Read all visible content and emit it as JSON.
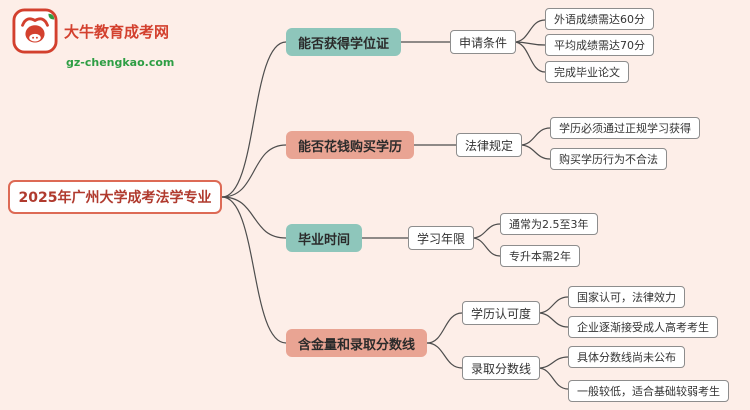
{
  "site": {
    "name": "大牛教育成考网",
    "domain": "gz-chengkao.com",
    "logo_icon": "bull-icon"
  },
  "root": "2025年广州大学成考法学专业",
  "palette": {
    "background": "#fdeee8",
    "teal_node": "#8ec6bb",
    "salmon_node": "#e9a493",
    "root_border": "#dd6a55",
    "root_text": "#b03a2e",
    "brand_red": "#d3402e",
    "brand_green": "#2e9e44",
    "wire": "#4d4d4d"
  },
  "branches": [
    {
      "label": "能否获得学位证",
      "color": "teal",
      "children": [
        {
          "label": "申请条件",
          "leaves": [
            "外语成绩需达60分",
            "平均成绩需达70分",
            "完成毕业论文"
          ]
        }
      ]
    },
    {
      "label": "能否花钱购买学历",
      "color": "salmon",
      "children": [
        {
          "label": "法律规定",
          "leaves": [
            "学历必须通过正规学习获得",
            "购买学历行为不合法"
          ]
        }
      ]
    },
    {
      "label": "毕业时间",
      "color": "teal",
      "children": [
        {
          "label": "学习年限",
          "leaves": [
            "通常为2.5至3年",
            "专升本需2年"
          ]
        }
      ]
    },
    {
      "label": "含金量和录取分数线",
      "color": "salmon",
      "children": [
        {
          "label": "学历认可度",
          "leaves": [
            "国家认可，法律效力",
            "企业逐渐接受成人高考考生"
          ]
        },
        {
          "label": "录取分数线",
          "leaves": [
            "具体分数线尚未公布",
            "一般较低，适合基础较弱考生"
          ]
        }
      ]
    }
  ]
}
